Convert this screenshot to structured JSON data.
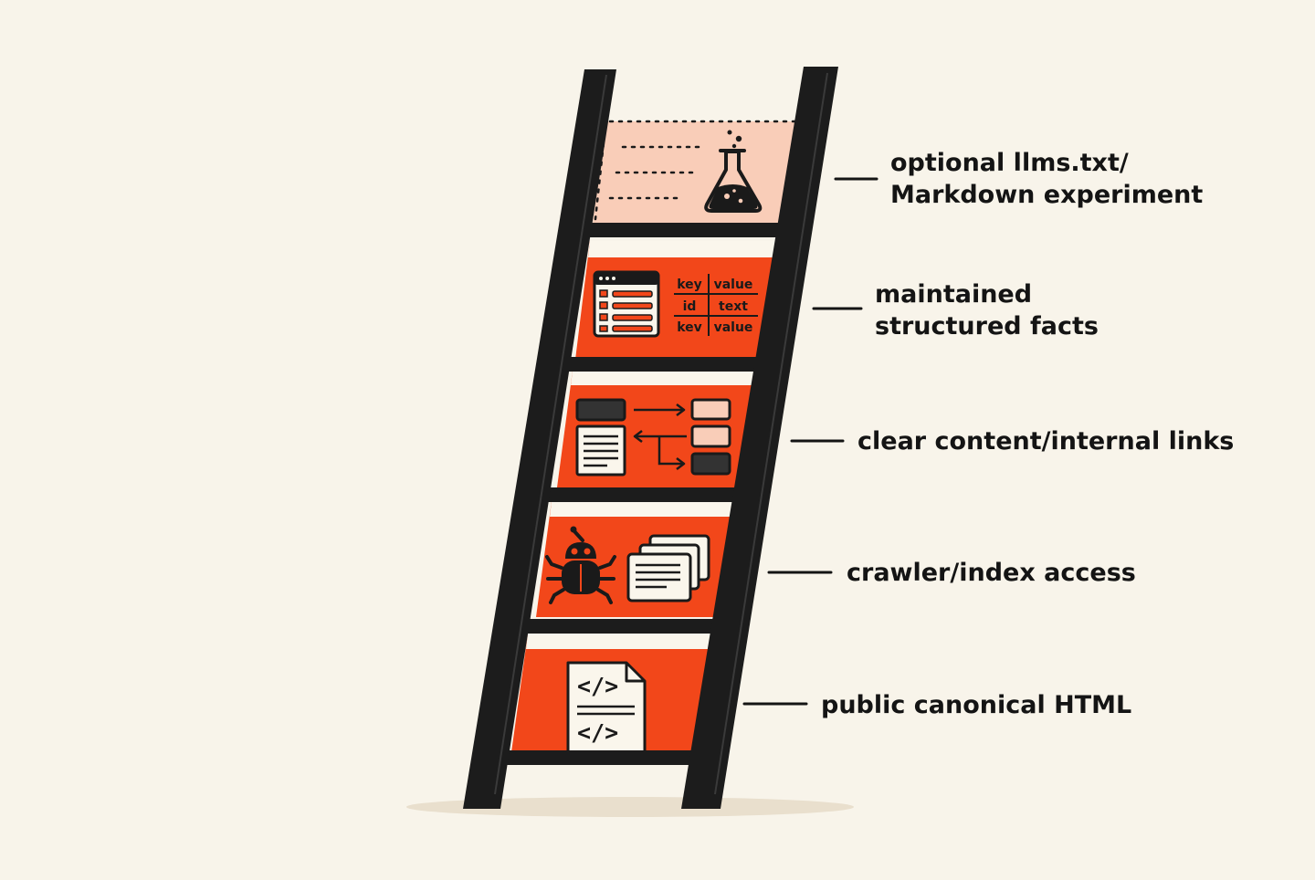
{
  "colors": {
    "background": "#f8f4ea",
    "rail": "#1c1c1c",
    "orange": "#f2471a",
    "peach": "#f9cdb8",
    "paper": "#faf6ec",
    "ink": "#1a1a1a"
  },
  "rungs": [
    {
      "id": "llms",
      "lines": [
        "optional llms.txt/",
        "Markdown experiment"
      ],
      "icon": "flask-icon"
    },
    {
      "id": "facts",
      "lines": [
        "maintained",
        "structured facts"
      ],
      "icon": "data-table-icon"
    },
    {
      "id": "links",
      "lines": [
        "clear content/internal links"
      ],
      "icon": "linked-pages-icon"
    },
    {
      "id": "crawler",
      "lines": [
        "crawler/index access"
      ],
      "icon": "crawler-bug-icon"
    },
    {
      "id": "html",
      "lines": [
        "public canonical HTML"
      ],
      "icon": "html-document-icon"
    }
  ],
  "kv_table": {
    "header": [
      "key",
      "value"
    ],
    "rows": [
      [
        "id",
        "text"
      ],
      [
        "kev",
        "value"
      ]
    ]
  },
  "code_tags": [
    "</>",
    "</>"
  ]
}
